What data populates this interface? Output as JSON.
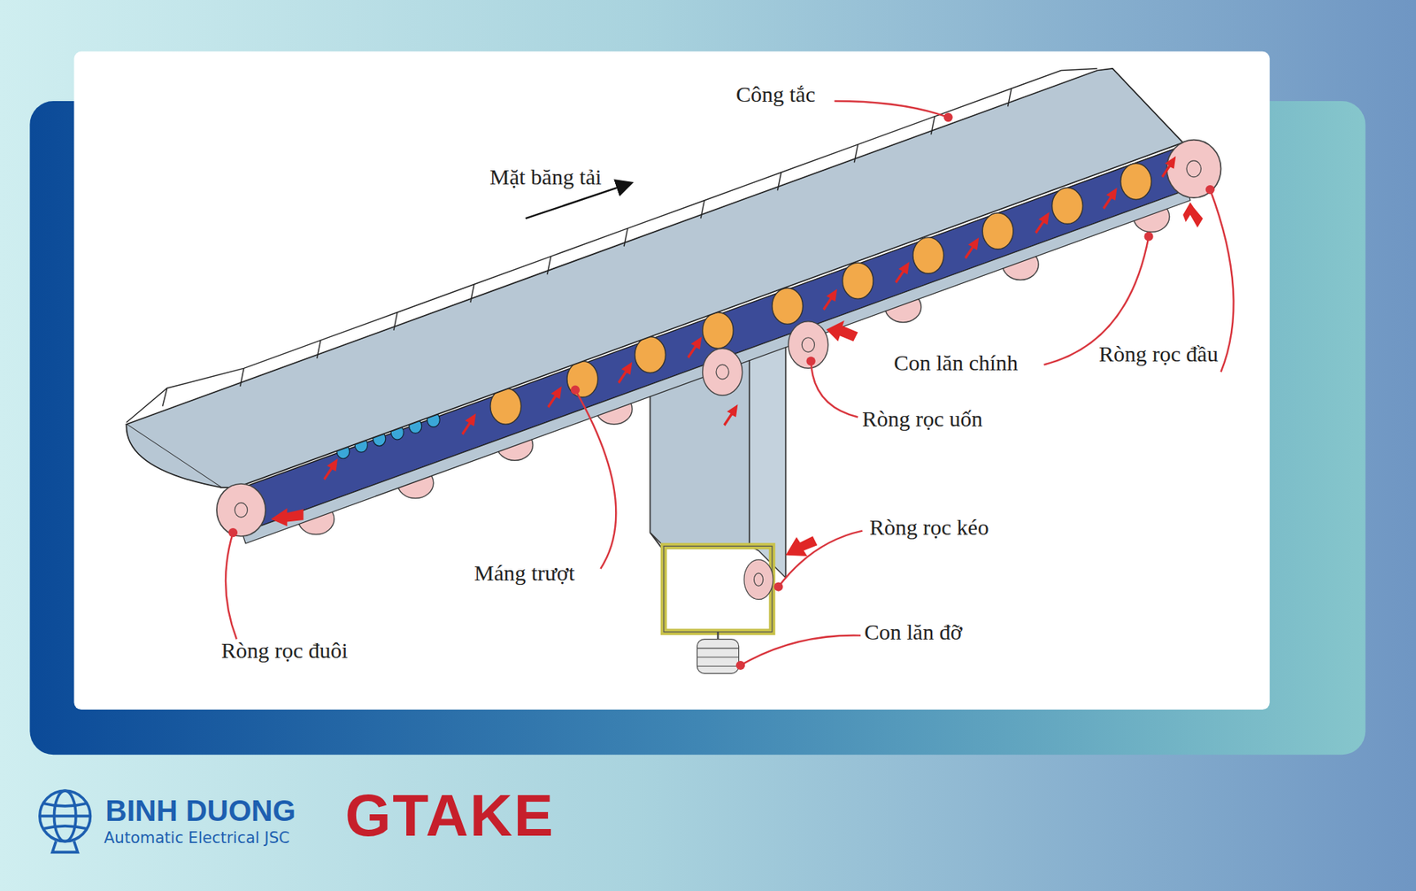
{
  "diagram": {
    "labels": [
      "Công tắc",
      "Mặt băng tải",
      "Con lăn chính",
      "Ròng rọc đầu",
      "Ròng rọc uốn",
      "Ròng rọc kéo",
      "Con lăn đỡ",
      "Máng trượt",
      "Ròng rọc đuôi",
      "BINH DUONG",
      "Automatic Electrical JSC",
      "GTAKE"
    ]
  }
}
